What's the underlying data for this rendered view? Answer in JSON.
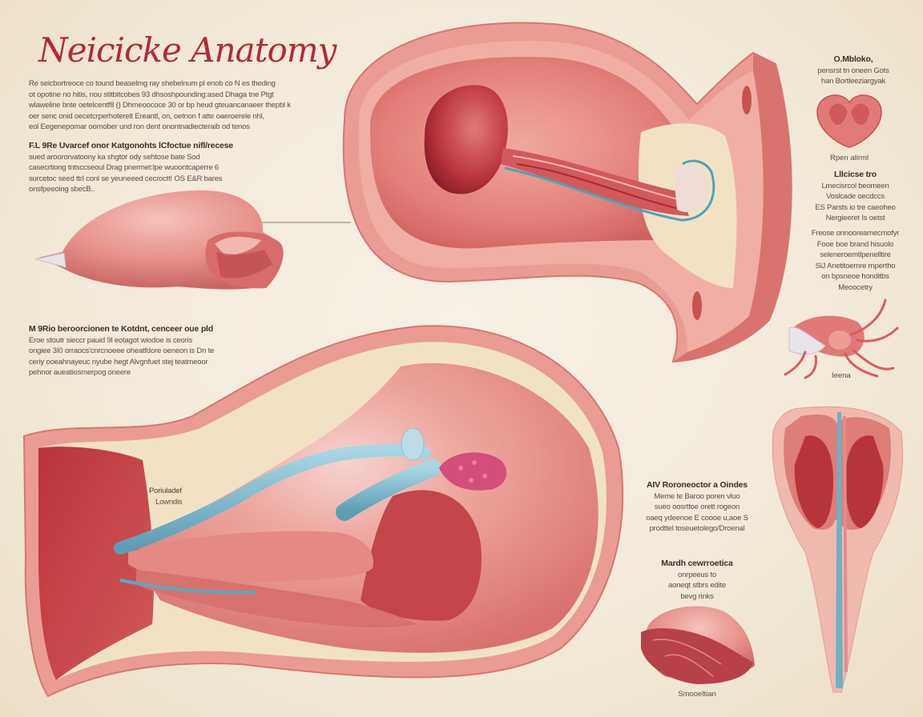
{
  "title": "Neicicke Anatomy",
  "blocks": {
    "intro": {
      "lines": [
        "Re seicbortreoce co tound beaselmg ray shebelnum pl enob co N es theding",
        "ot opotine no hitis, nou stitbitcobes 93 dhsoshpounding:ased Dhaga tne Ptgt",
        "wlaweline bnte oetelcentf8 () Dhmeoococe 30 or bp heud gteuancanaeer thepbl k",
        "oer senc onid oecetcrperhoterelt Ereantl, on, oetnon f atte oaeroerele nhl,",
        "eol Eegenepomar oomober und ron dent onontnadiecteraib od tenos"
      ]
    },
    "section1": {
      "heading": "F.L 9Re Uvarcef onor Katgonohts lCfoctue nifl/recese",
      "lines": [
        "sued aroororvatoony ka shgtor ody sehtose bate Sod",
        "casecrtiong tntsccseoul Drag pnermet:lpe wuoontcaperre 6",
        "surcetoc seed ttrl conl se yeuneeed cecroctt! OS E&R bares",
        "onsfpeeoing sbecB.."
      ]
    },
    "section2": {
      "heading": "M 9Rio beroorcionen te Kotdnt, cenceer oue pld",
      "lines": [
        "Eroe stoutr sieccr pauid 9l eotagot wiodoe is ceoris",
        "ongiee 3I0 orraocs'cnrcnoeee oheatfdore oeneon is Dn te",
        "ceriy ooeahnayeuc nyube hegt Alvgnfuet stej teatmeoor",
        "pehnor aueatiosmerpog oneere"
      ]
    },
    "topright": {
      "heading": "O.Mbloko,",
      "lines": [
        "pensrst tn oneen Gots",
        "han Bortleeziargyak"
      ],
      "caption": "Rpen alirml"
    },
    "right_mid": {
      "heading": "Lllcicse tro",
      "lines": [
        "Lmecisrcol beomeen",
        "Voslcade oecdccs",
        "ES Parsts io tre caeoheo",
        "Nergieeret Is oetst"
      ],
      "lines2": [
        "Freose onnooreamecmofyr",
        "Fooe boe brand hisuolo",
        "seleneroemtlpenelltire",
        "SlJ Anetitoemre rnpertho",
        "on bpsneoe  honditbs",
        "Meoocetry"
      ]
    },
    "vessel_caption": "Ieena",
    "inner_label": {
      "line1": "Poriuladef",
      "line2": "Lowndis"
    },
    "right_low": {
      "heading": "AIV Roroneoctor a Oindes",
      "lines": [
        "Meme te Baroo poren vluo",
        "sueo oosrttoe orett rogeon",
        "oaeq ydeenoe E coooe u,aoe S",
        "prodttel toseuetolego/Droenal"
      ]
    },
    "bottom_mid": {
      "heading": "Mardh cewrroetica",
      "lines": [
        "onrpeeus to",
        "aoneqt stbrs edite",
        "bevg rinks"
      ],
      "caption": "Smooeltian"
    },
    "colors": {
      "background": "#f3eadb",
      "title": "#b42a32",
      "tissue_wall": "#e89a92",
      "tissue_inner": "#dd7d78",
      "muscle": "#c7454a",
      "fat": "#f1e2c6",
      "vessel_blue": "#6fb0c4",
      "text": "#5a4c44"
    }
  }
}
